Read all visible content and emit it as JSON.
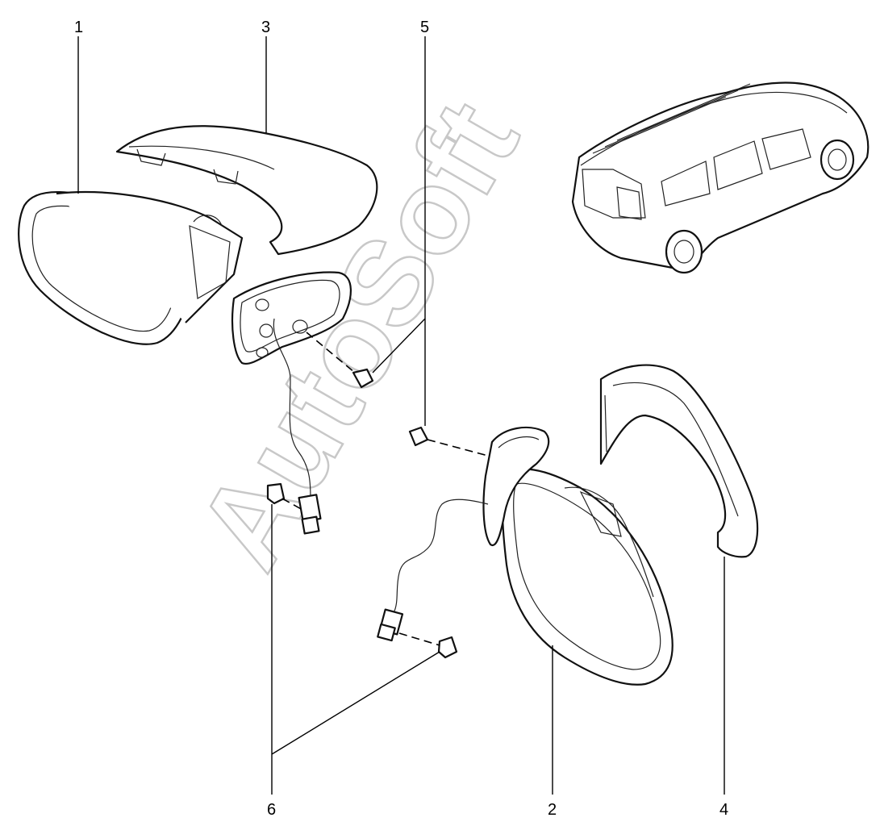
{
  "watermark": "AutoSoft",
  "callouts": {
    "c1": "1",
    "c2": "2",
    "c3": "3",
    "c4": "4",
    "c5": "5",
    "c6": "6"
  }
}
